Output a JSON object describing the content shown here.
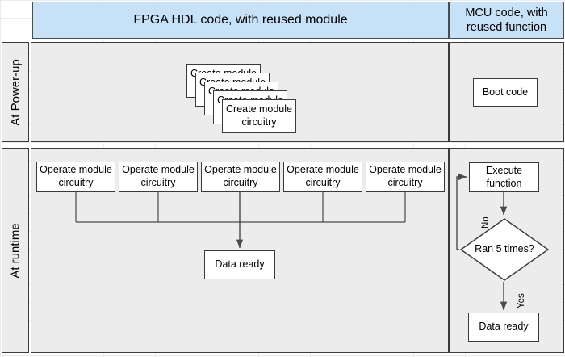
{
  "header": {
    "fpga_title": "FPGA HDL code, with reused module",
    "mcu_title": "MCU code, with reused function",
    "band_color": "#c7e1f7"
  },
  "rows": [
    {
      "label": "At Power-up"
    },
    {
      "label": "At runtime"
    }
  ],
  "panel_color": "#ececec",
  "power_up": {
    "fpga": {
      "stack_label": "Create module circuitry",
      "stack_count": 5
    },
    "mcu": {
      "boot_label": "Boot code"
    }
  },
  "runtime": {
    "fpga": {
      "operate_boxes": [
        "Operate module circuitry",
        "Operate module circuitry",
        "Operate module circuitry",
        "Operate module circuitry",
        "Operate module circuitry"
      ],
      "data_ready_label": "Data ready"
    },
    "mcu": {
      "execute_label": "Execute function",
      "decision_label": "Ran 5 times?",
      "no_label": "No",
      "yes_label": "Yes",
      "data_ready_label": "Data ready"
    }
  }
}
